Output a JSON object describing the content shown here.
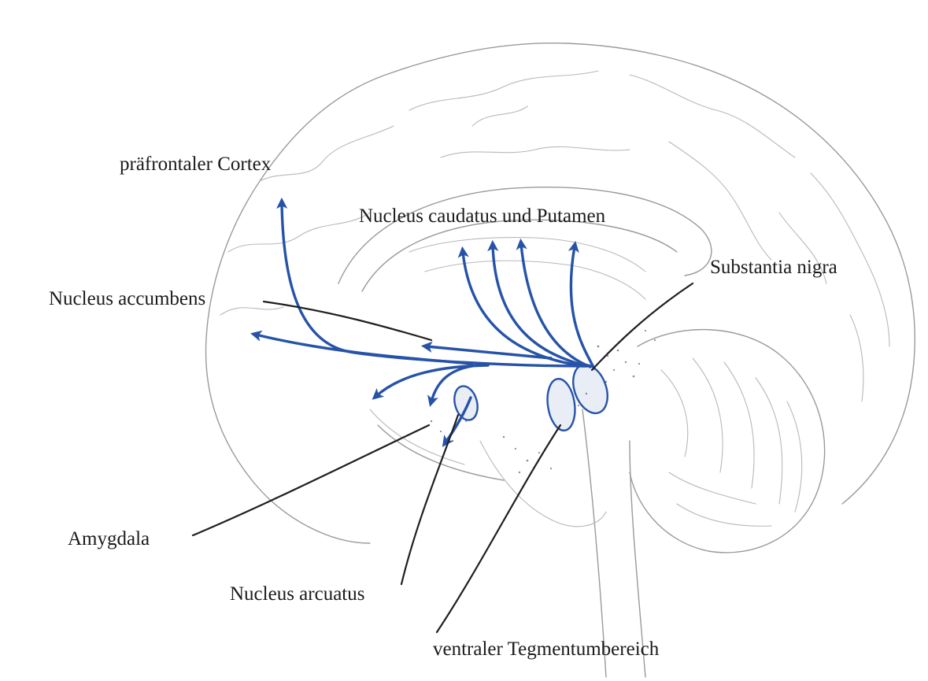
{
  "diagram": {
    "labels": {
      "prefrontal_cortex": "präfrontaler Cortex",
      "caudate_putamen": "Nucleus caudatus und Putamen",
      "substantia_nigra": "Substantia nigra",
      "nucleus_accumbens": "Nucleus accumbens",
      "amygdala": "Amygdala",
      "nucleus_arcuatus": "Nucleus arcuatus",
      "ventral_tegmental_area": "ventraler Tegmentumbereich"
    },
    "colors": {
      "pathway": "#2653a8",
      "outline": "#9a9a9a",
      "leader": "#1f1f1f",
      "text": "#1a1a1a",
      "background": "#ffffff"
    }
  }
}
